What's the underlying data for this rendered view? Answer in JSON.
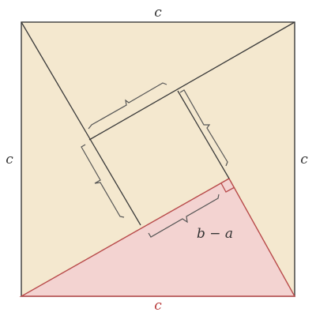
{
  "labels": {
    "top": "c",
    "left": "c",
    "right": "c",
    "bottom": "c",
    "difference": "b − a"
  },
  "colors": {
    "square_fill": "#f4e8cf",
    "triangle_fill": "#f3d3d1",
    "triangle_stroke": "#b84a4a",
    "line": "#3a3a3a",
    "brace": "#555555",
    "label": "#333333",
    "label_red": "#b83a3a"
  }
}
